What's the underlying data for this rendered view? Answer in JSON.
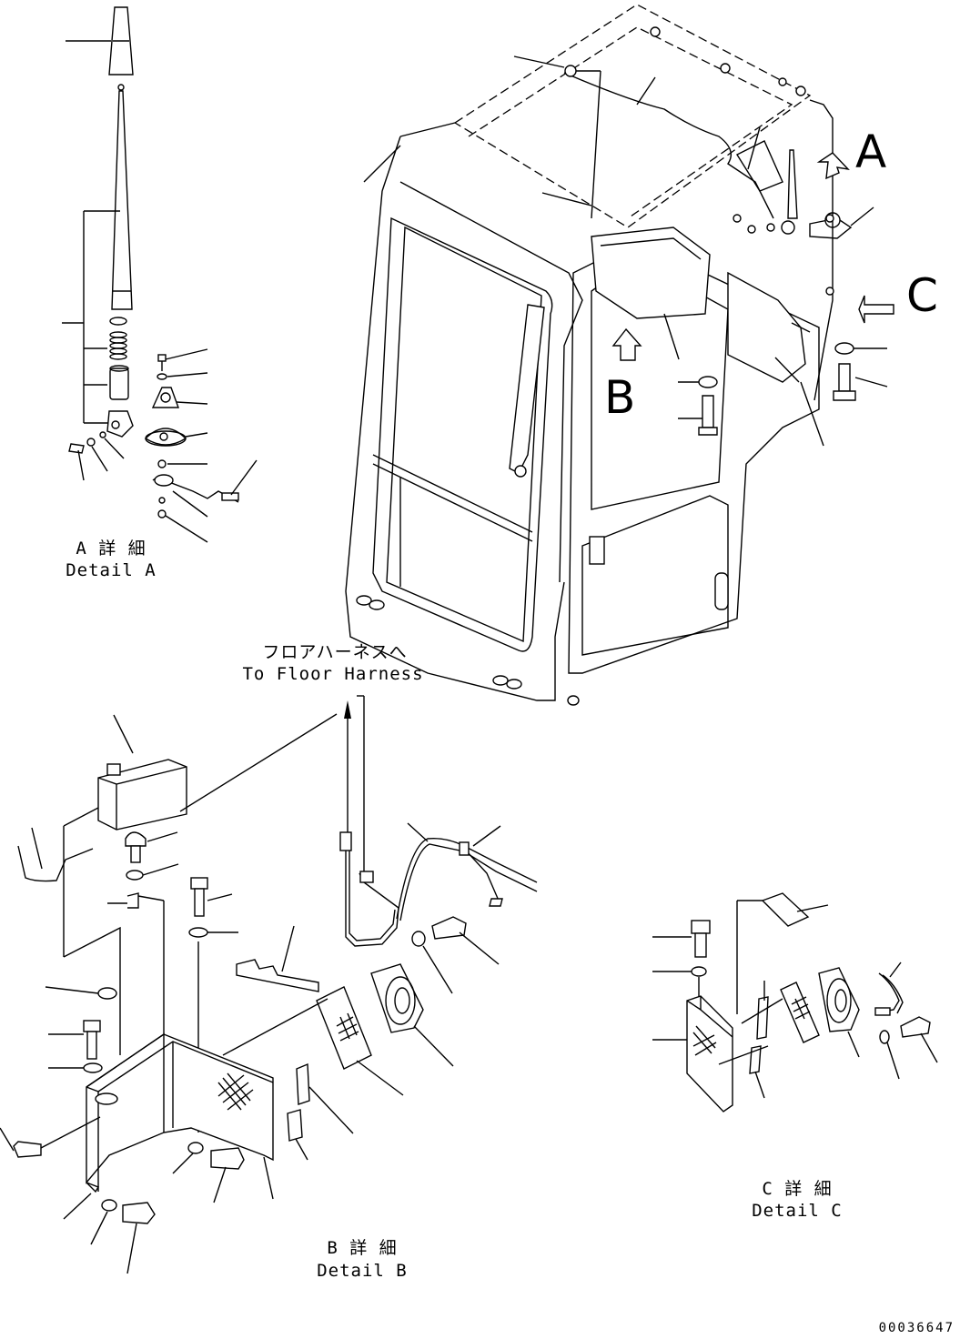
{
  "labels": {
    "detail_a_jp": "A 詳 細",
    "detail_a_en": "Detail A",
    "detail_b_jp": "B 詳 細",
    "detail_b_en": "Detail B",
    "detail_c_jp": "C 詳 細",
    "detail_c_en": "Detail C",
    "floor_harness_jp": "フロアハーネスへ",
    "floor_harness_en": "To Floor Harness",
    "view_a": "A",
    "view_b": "B",
    "view_c": "C"
  },
  "drawing_number": "00036647"
}
